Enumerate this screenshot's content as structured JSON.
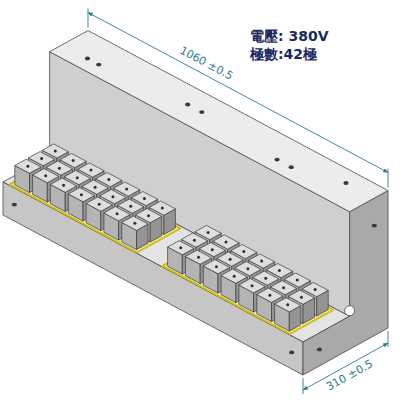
{
  "diagram": {
    "labels": [
      "電壓: 380V",
      "極數:42極",
      "1060 ±0.5",
      "310 ±0.5"
    ]
  }
}
